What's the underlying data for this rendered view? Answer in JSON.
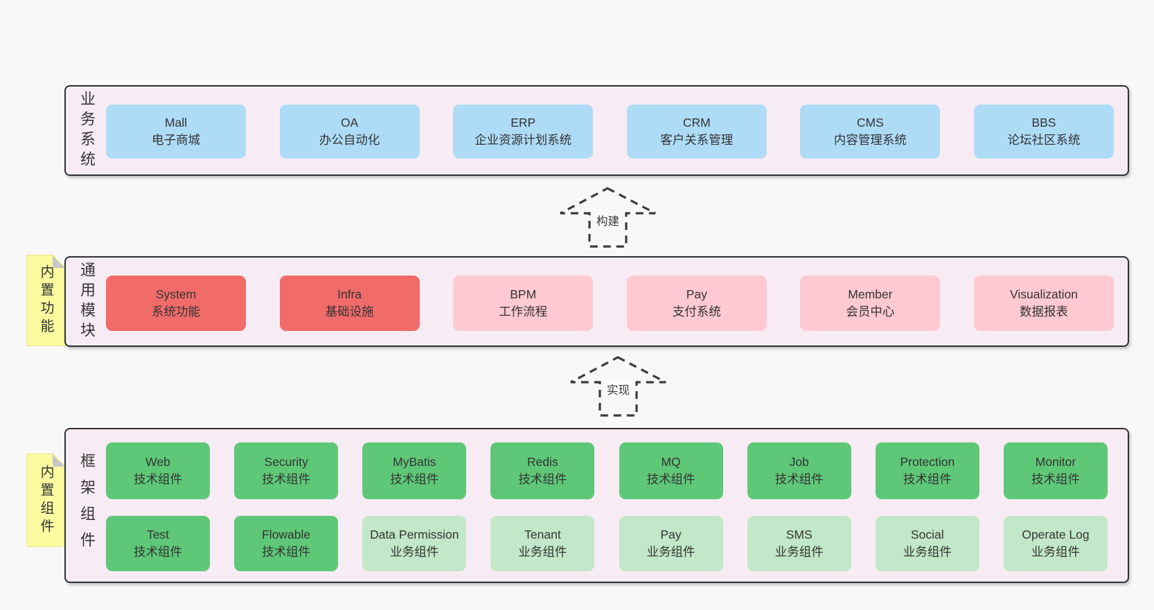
{
  "colors": {
    "background": "#f8f8f8",
    "container_fill": "#f8ecf4",
    "container_border": "#2f2f2f",
    "blue_box": "#aedcf7",
    "red_box": "#f26b6b",
    "pink_box": "#ffc9d2",
    "green_dark_box": "#5fc878",
    "green_light_box": "#c2e8c9",
    "sticky_yellow": "#fbfba0",
    "text": "#333333"
  },
  "layers": [
    {
      "side_label": "业务系统",
      "items": [
        {
          "name": "Mall",
          "desc": "电子商城"
        },
        {
          "name": "OA",
          "desc": "办公自动化"
        },
        {
          "name": "ERP",
          "desc": "企业资源计划系统"
        },
        {
          "name": "CRM",
          "desc": "客户关系管理"
        },
        {
          "name": "CMS",
          "desc": "内容管理系统"
        },
        {
          "name": "BBS",
          "desc": "论坛社区系统"
        }
      ]
    },
    {
      "side_label": "通用模块",
      "sticky": "内置功能",
      "items": [
        {
          "name": "System",
          "desc": "系统功能"
        },
        {
          "name": "Infra",
          "desc": "基础设施"
        },
        {
          "name": "BPM",
          "desc": "工作流程"
        },
        {
          "name": "Pay",
          "desc": "支付系统"
        },
        {
          "name": "Member",
          "desc": "会员中心"
        },
        {
          "name": "Visualization",
          "desc": "数据报表"
        }
      ]
    },
    {
      "side_label": "框架组件",
      "sticky": "内置组件",
      "rows": [
        [
          {
            "name": "Web",
            "desc": "技术组件"
          },
          {
            "name": "Security",
            "desc": "技术组件"
          },
          {
            "name": "MyBatis",
            "desc": "技术组件"
          },
          {
            "name": "Redis",
            "desc": "技术组件"
          },
          {
            "name": "MQ",
            "desc": "技术组件"
          },
          {
            "name": "Job",
            "desc": "技术组件"
          },
          {
            "name": "Protection",
            "desc": "技术组件"
          },
          {
            "name": "Monitor",
            "desc": "技术组件"
          }
        ],
        [
          {
            "name": "Test",
            "desc": "技术组件"
          },
          {
            "name": "Flowable",
            "desc": "技术组件"
          },
          {
            "name": "Data Permission",
            "desc": "业务组件"
          },
          {
            "name": "Tenant",
            "desc": "业务组件"
          },
          {
            "name": "Pay",
            "desc": "业务组件"
          },
          {
            "name": "SMS",
            "desc": "业务组件"
          },
          {
            "name": "Social",
            "desc": "业务组件"
          },
          {
            "name": "Operate Log",
            "desc": "业务组件"
          }
        ]
      ]
    }
  ],
  "arrows": [
    {
      "label": "构建"
    },
    {
      "label": "实现"
    }
  ]
}
